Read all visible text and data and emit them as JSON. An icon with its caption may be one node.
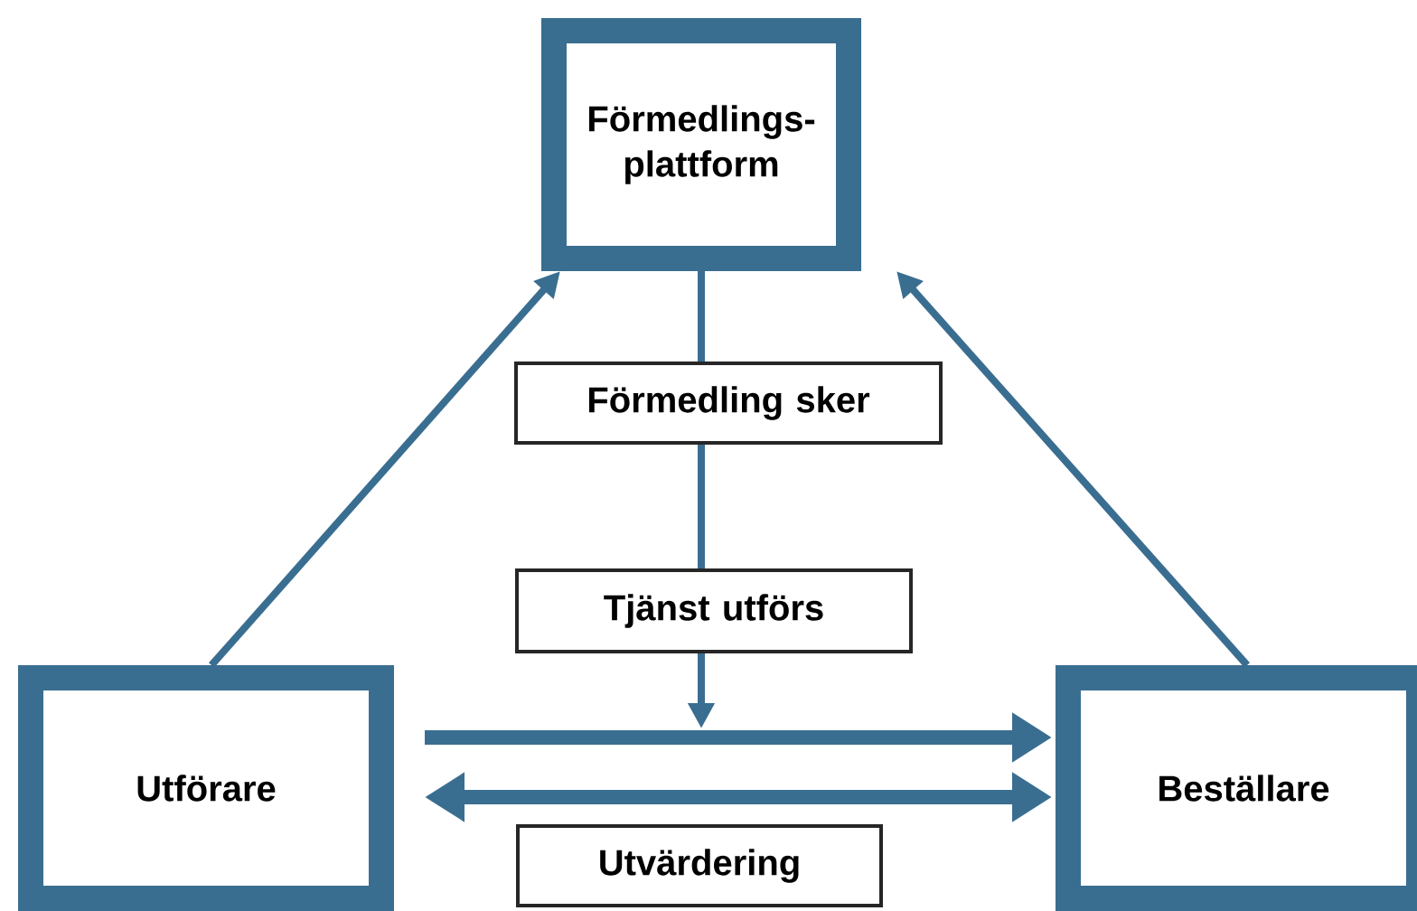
{
  "diagram": {
    "nodes": [
      {
        "text": [
          "Förmedlings-plattform"
        ]
      },
      {
        "text": [
          "Förmedling sker"
        ]
      },
      {
        "text": [
          "Tjänst utförs"
        ]
      },
      {
        "text": [
          "Utförare"
        ]
      },
      {
        "text": [
          "Beställare"
        ]
      },
      {
        "text": [
          "Utvärdering"
        ]
      }
    ],
    "edges": [
      {
        "from": 3,
        "to": 0,
        "arrow": "to"
      },
      {
        "from": 4,
        "to": 0,
        "arrow": "to"
      },
      {
        "from": 0,
        "to": 1,
        "arrow": "none"
      },
      {
        "from": 1,
        "to": 2,
        "arrow": "none"
      },
      {
        "from": 2,
        "to": null,
        "arrow": "to"
      },
      {
        "from": 3,
        "to": 4,
        "arrow": "to",
        "style": "thick"
      },
      {
        "from": 3,
        "to": 4,
        "arrow": "both",
        "style": "thick"
      }
    ]
  }
}
